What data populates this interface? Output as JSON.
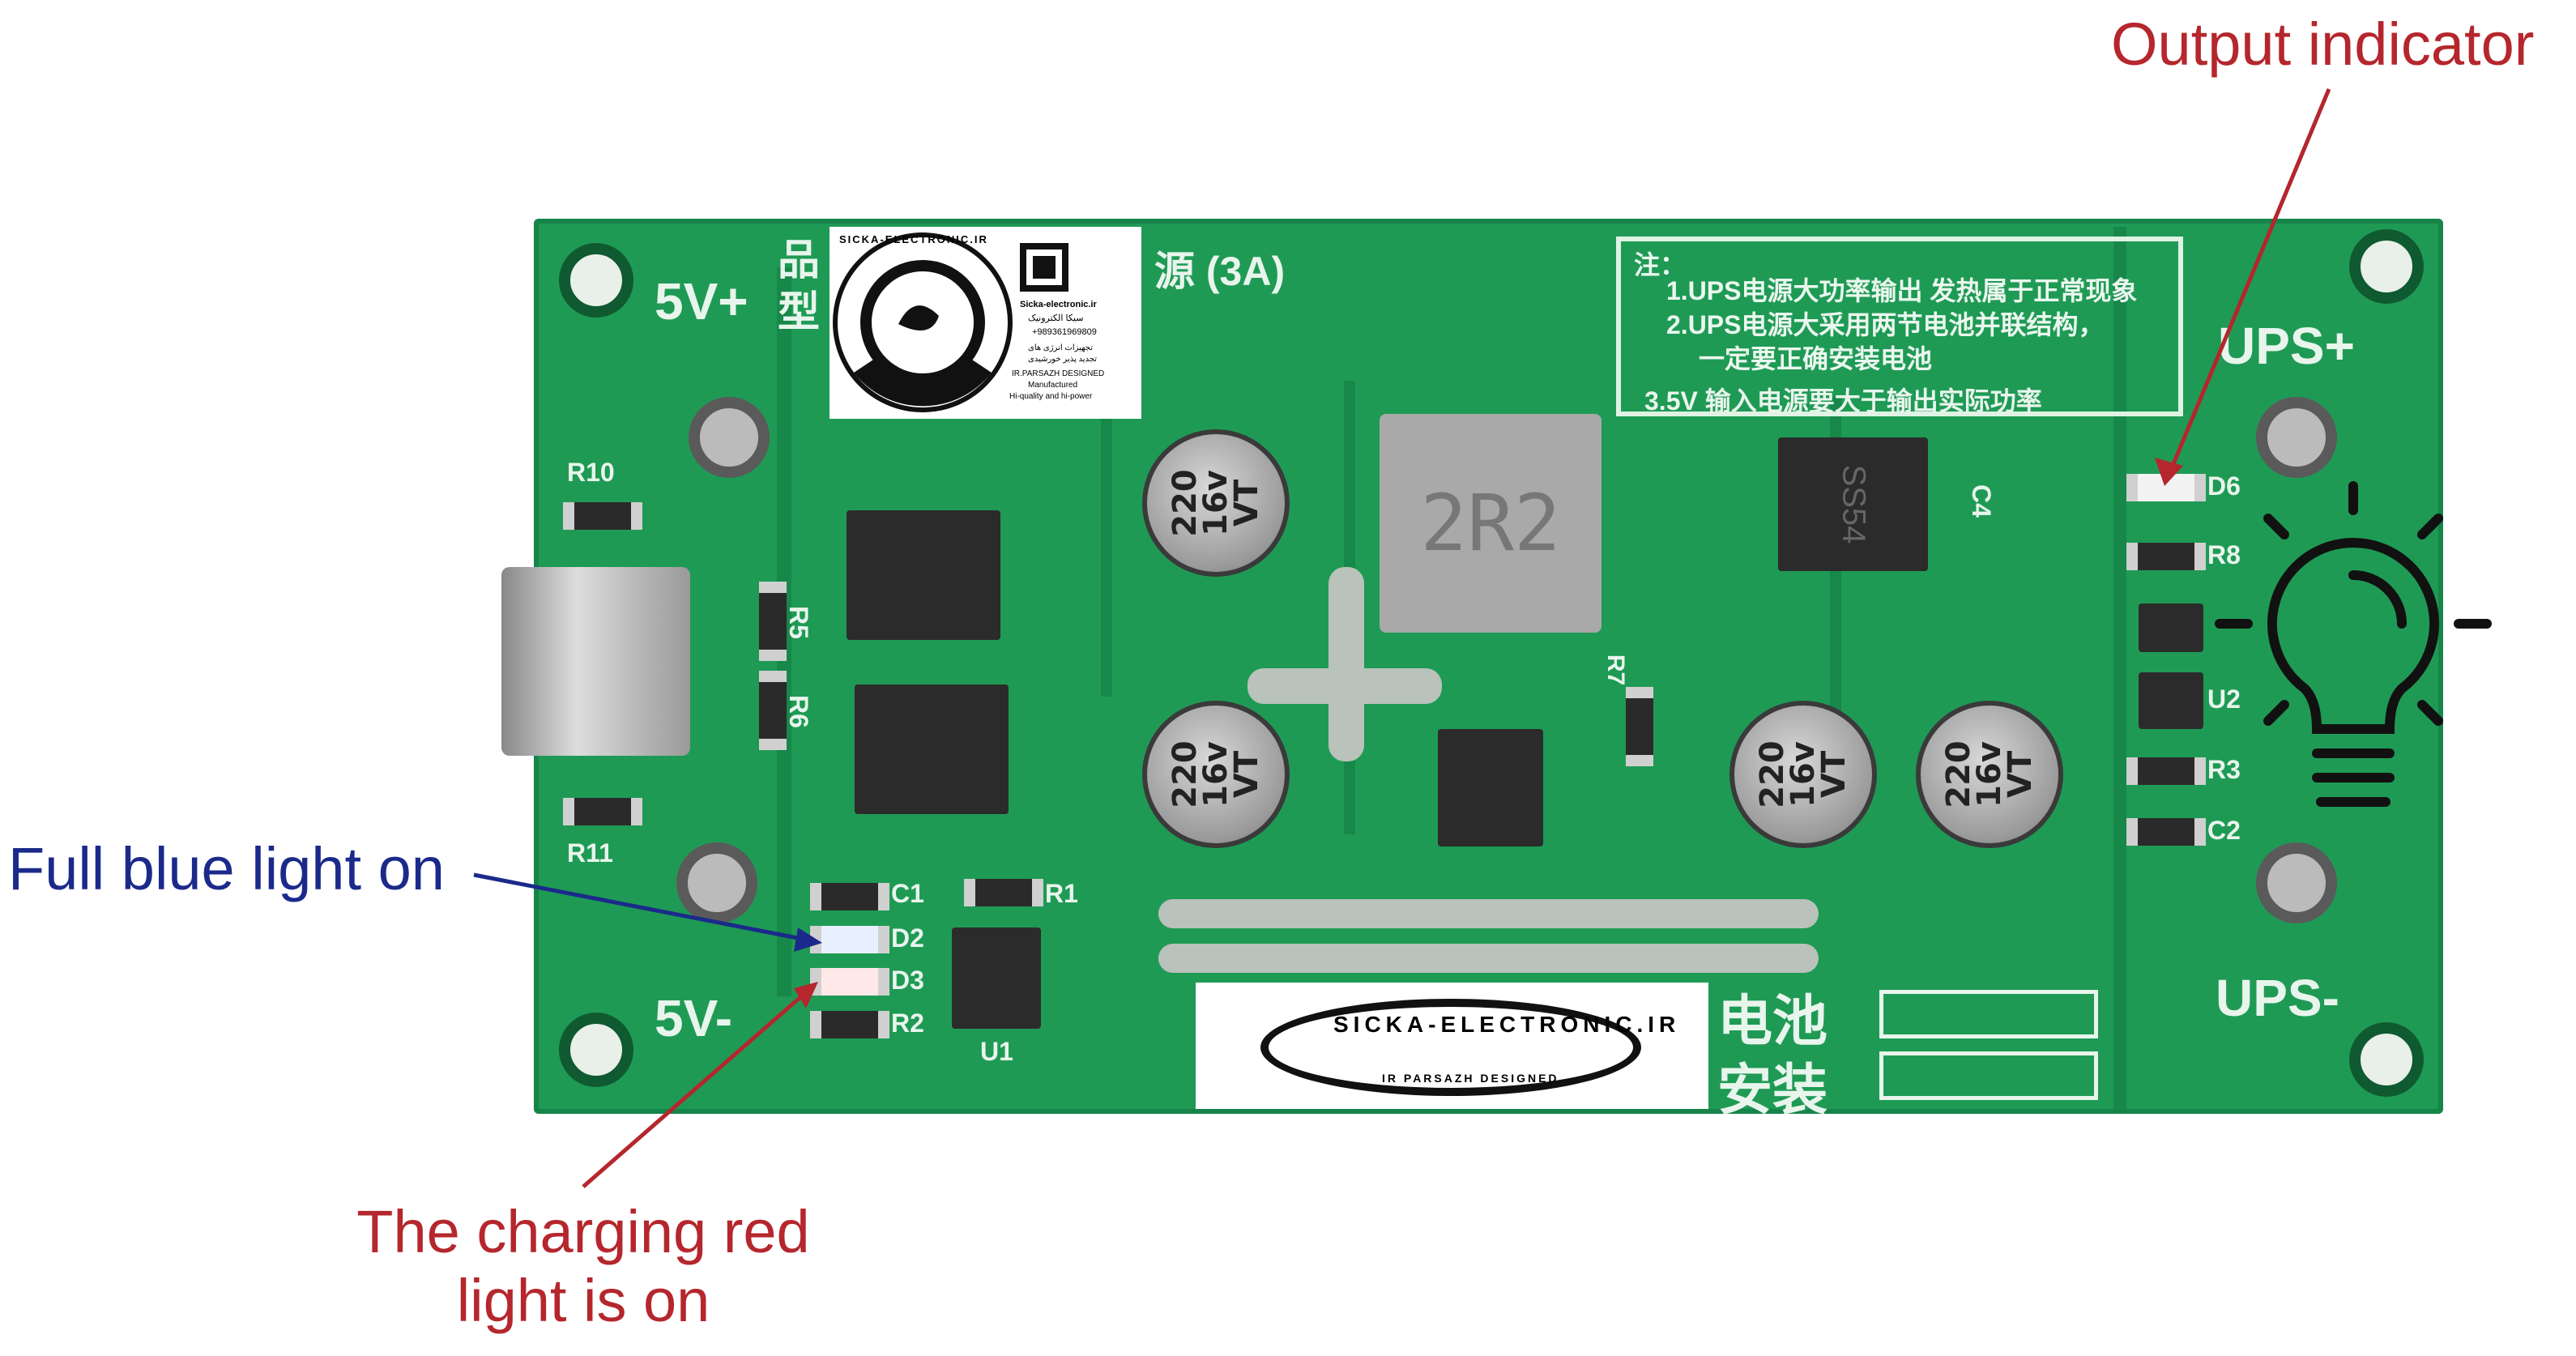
{
  "annotations": {
    "output_indicator": "Output indicator",
    "full_blue_light": "Full blue light on",
    "charging_red_light_line1": "The charging red",
    "charging_red_light_line2": "light is on"
  },
  "board": {
    "label_5v_plus": "5V+",
    "label_5v_minus": "5V-",
    "label_ups_plus": "UPS+",
    "label_ups_minus": "UPS-",
    "title_fragment_left": "品\n型",
    "title_fragment_right": "源 (3A)",
    "inductor_marking": "2R2",
    "diode_marking": "SS54",
    "capacitor_marking": "220\n16v\nVT",
    "notes": {
      "heading": "注：",
      "line1": "1.UPS电源大功率输出 发热属于正常现象",
      "line2": "2.UPS电源大采用两节电池并联结构，",
      "line2b": "一定要正确安装电池",
      "line3": "3.5V 输入电源要大于输出实际功率"
    },
    "battery_label_line1": "电池",
    "battery_label_line2": "安装",
    "designators": {
      "r10": "R10",
      "r11": "R11",
      "r5": "R5",
      "r6": "R6",
      "r1": "R1",
      "r2": "R2",
      "c1": "C1",
      "d2": "D2",
      "d3": "D3",
      "u1": "U1",
      "c4": "C4",
      "d6": "D6",
      "r8": "R8",
      "u2": "U2",
      "r3": "R3",
      "c2": "C2",
      "r7": "R7"
    }
  },
  "logo_top": {
    "ring_text": "SICKA-ELECTRONIC.IR",
    "website": "Sicka-electronic.ir",
    "name_fa": "سیکا الکترونیک",
    "phone": "+989361969809",
    "tagline_fa_1": "تجهیزات انرژی های",
    "tagline_fa_2": "تجدید پذیر خورشیدی",
    "designed": "IR.PARSAZH DESIGNED",
    "manufactured": "Manufactured",
    "quality": "Hi-quality and hi-power"
  },
  "logo_bottom": {
    "ring_text": "SICKA-ELECTRONIC.IR",
    "sub_text": "IR PARSAZH DESIGNED"
  },
  "colors": {
    "pcb_green": "#1f9a55",
    "annotation_red": "#b5262d",
    "annotation_blue": "#1b2a8a"
  }
}
